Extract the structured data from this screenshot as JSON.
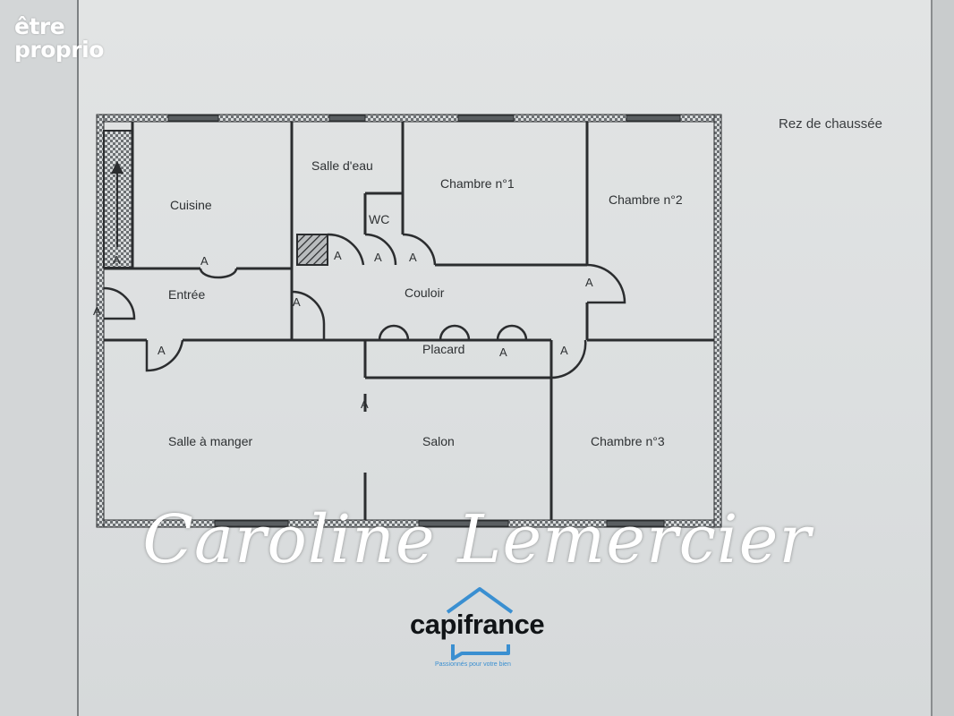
{
  "watermark_logo": {
    "line1": "être",
    "line2": "proprio"
  },
  "floor_title": "Rez de chaussée",
  "rooms": [
    {
      "id": "cuisine",
      "label": "Cuisine"
    },
    {
      "id": "salle-eau",
      "label": "Salle d'eau"
    },
    {
      "id": "chambre1",
      "label": "Chambre n°1"
    },
    {
      "id": "chambre2",
      "label": "Chambre n°2"
    },
    {
      "id": "wc",
      "label": "WC"
    },
    {
      "id": "entree",
      "label": "Entrée"
    },
    {
      "id": "couloir",
      "label": "Couloir"
    },
    {
      "id": "placard",
      "label": "Placard"
    },
    {
      "id": "salle-manger",
      "label": "Salle à manger"
    },
    {
      "id": "salon",
      "label": "Salon"
    },
    {
      "id": "chambre3",
      "label": "Chambre n°3"
    }
  ],
  "door_marker": "A",
  "signature": "Caroline Lemercier",
  "brand": {
    "name": "capifrance",
    "tagline": "Passionnés pour votre bien",
    "color": "#3a8fd1"
  }
}
